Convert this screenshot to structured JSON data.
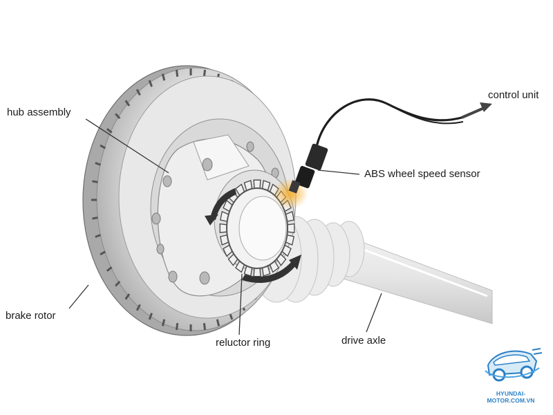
{
  "labels": {
    "hub_assembly": "hub assembly",
    "control_unit": "control unit",
    "abs_sensor": "ABS wheel speed sensor",
    "brake_rotor": "brake rotor",
    "reluctor_ring": "reluctor ring",
    "drive_axle": "drive axle"
  },
  "watermark": {
    "text": "HYUNDAI-MOTOR.COM.VN",
    "icon": "car-logo-icon"
  },
  "colors": {
    "metal_light": "#efefef",
    "metal_mid": "#cfcfcf",
    "metal_dark": "#8a8a8a",
    "outline": "#5a5a5a",
    "sensor_glow": "#f2a020",
    "arrow_dark": "#333333",
    "watermark_blue": "#2a7fc4"
  }
}
